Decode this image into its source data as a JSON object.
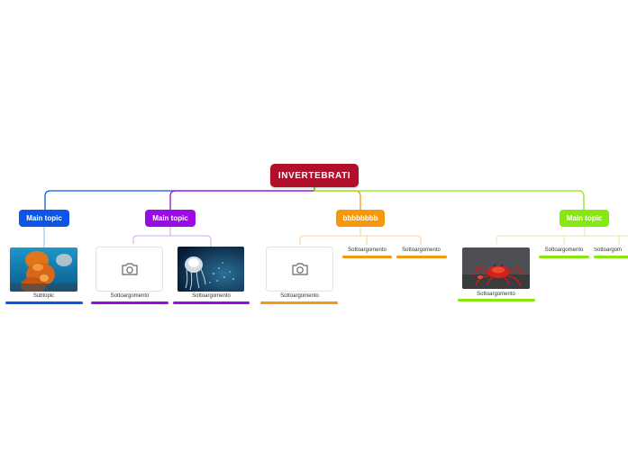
{
  "root": {
    "label": "INVERTEBRATI",
    "color": "#b0102a"
  },
  "branches": [
    {
      "label": "Main topic",
      "color": "#0b56e6"
    },
    {
      "label": "Main topic",
      "color": "#9b0be4"
    },
    {
      "label": "bbbbbbbb",
      "color": "#f5980e"
    },
    {
      "label": "Main topic",
      "color": "#86e810"
    }
  ],
  "leaves": {
    "b1_l1": "Subtopic",
    "b2_l1": "Sottoargomento",
    "b2_l2": "Sottoargomento",
    "b3_l1": "Sottoargomento",
    "b3_l2": "Sottoargomento",
    "b3_l3": "Sottoargomento",
    "b4_l1": "Sottoargomento",
    "b4_l2": "Sottoargomento",
    "b4_l3": "Sottoargom"
  },
  "icons": {
    "placeholder": "camera-icon"
  }
}
